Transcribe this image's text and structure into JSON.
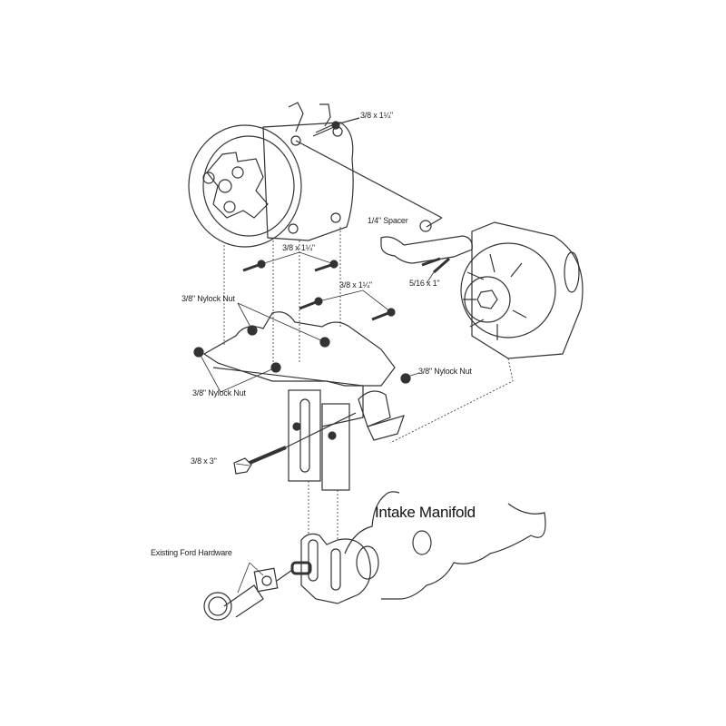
{
  "diagram": {
    "labels": {
      "bolt_compressor_top": "3/8 x 1¼\"",
      "spacer": "1/4\" Spacer",
      "bolt_alternator": "5/16 x 1\"",
      "bolt_mid_left": "3/8 x 1¼\"",
      "bolt_mid_right": "3/8 x 1¼\"",
      "nut_upper_left": "3/8\" Nylock Nut",
      "nut_lower_left": "3/8\" Nylock Nut",
      "nut_right": "3/8\" Nylock Nut",
      "bolt_long": "3/8 x 3\"",
      "intake_manifold": "Intake Manifold",
      "ford_hardware": "Existing Ford Hardware"
    }
  }
}
